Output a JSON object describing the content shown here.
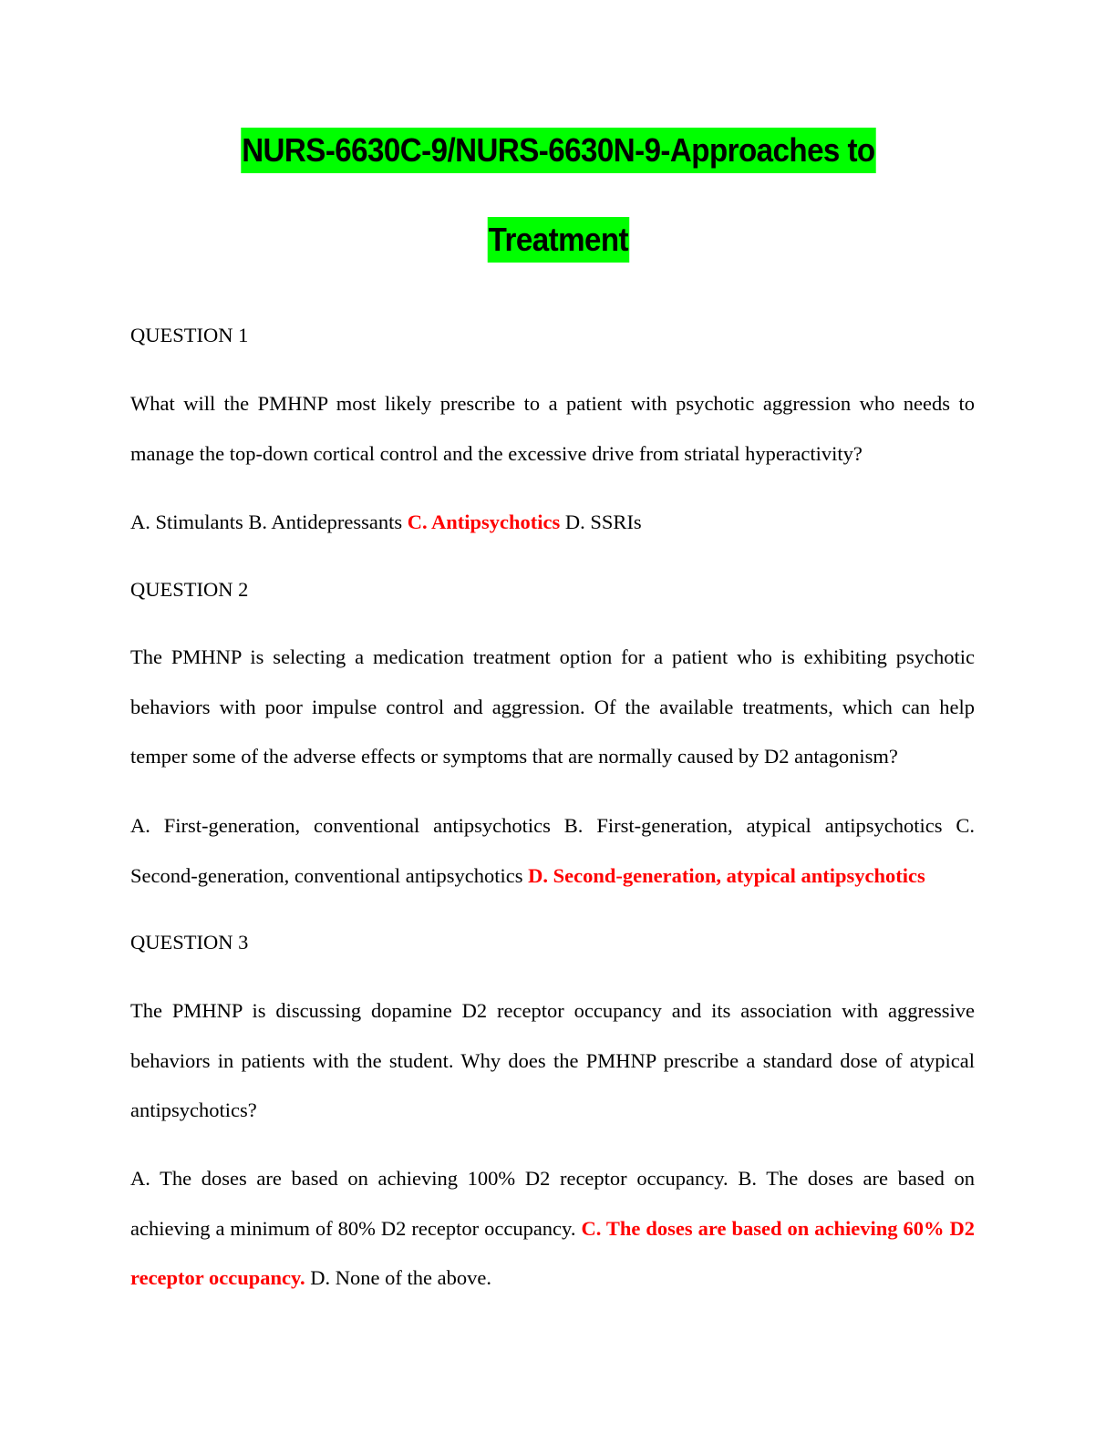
{
  "document": {
    "title_line1": "NURS-6630C-9/NURS-6630N-9-Approaches to",
    "title_line2": "Treatment",
    "highlight_color": "#00ff00",
    "answer_color": "#ff0000"
  },
  "questions": [
    {
      "label": "QUESTION 1",
      "prompt": "What will the PMHNP most likely prescribe to a patient with psychotic aggression who needs to manage the top-down cortical control and the excessive drive from striatal hyperactivity?",
      "options_before": "A. Stimulants B. Antidepressants ",
      "correct_answer": "C. Antipsychotics",
      "options_after": " D. SSRIs"
    },
    {
      "label": "QUESTION 2",
      "prompt": "The PMHNP is selecting a medication treatment option for a patient who is exhibiting psychotic behaviors with poor impulse control and aggression. Of the available treatments, which can help temper some of the adverse effects or symptoms that are normally caused by D2 antagonism?",
      "options_before": "A. First-generation, conventional antipsychotics B. First-generation, atypical antipsychotics C. Second-generation, conventional antipsychotics ",
      "correct_answer": "D. Second-generation, atypical antipsychotics",
      "options_after": ""
    },
    {
      "label": "QUESTION 3",
      "prompt": "The PMHNP is discussing dopamine D2 receptor occupancy and its association with aggressive behaviors in patients with the student. Why does the PMHNP prescribe a standard dose of atypical antipsychotics?",
      "options_before": "A. The doses are based on achieving 100% D2 receptor occupancy. B. The doses are based on achieving a minimum of 80% D2 receptor occupancy. ",
      "correct_answer": "C. The doses are based on achieving 60% D2 receptor occupancy.",
      "options_after": " D. None of the above."
    }
  ]
}
